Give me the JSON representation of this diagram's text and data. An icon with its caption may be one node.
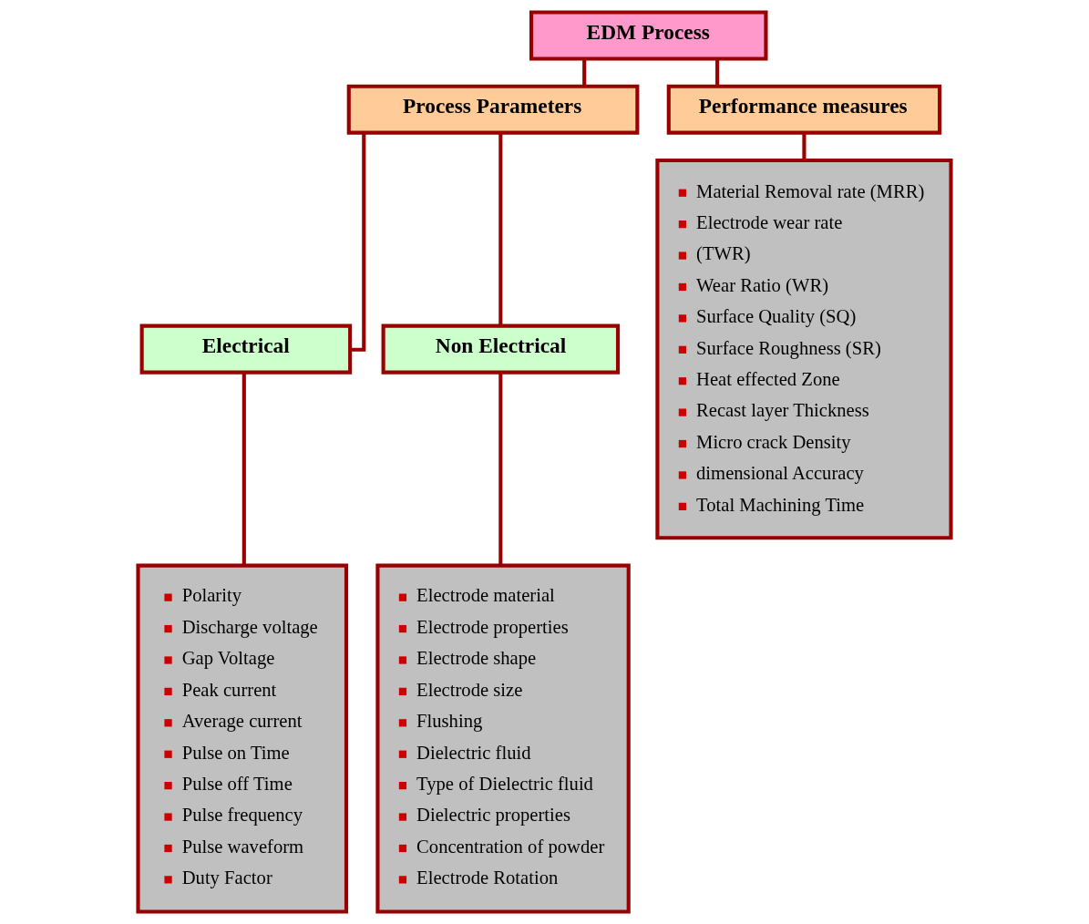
{
  "diagram": {
    "nodes": [
      {
        "text": [
          "EDM Process"
        ]
      },
      {
        "text": [
          "Process Parameters"
        ]
      },
      {
        "text": [
          "Performance measures"
        ]
      },
      {
        "text": [
          "Electrical"
        ]
      },
      {
        "text": [
          "Non Electrical"
        ]
      },
      {
        "text": [
          "Polarity",
          "Discharge voltage",
          "Gap Voltage",
          "Peak current",
          "Average current",
          "Pulse on Time",
          "Pulse off Time",
          "Pulse frequency",
          "Pulse waveform",
          "Duty Factor"
        ]
      },
      {
        "text": [
          "Electrode material",
          "Electrode properties",
          "Electrode shape",
          "Electrode size",
          "Flushing",
          "Dielectric fluid",
          "Type of Dielectric fluid",
          "Dielectric properties",
          "Concentration of powder",
          "Electrode Rotation"
        ]
      },
      {
        "text": [
          "Material Removal rate (MRR)",
          "Electrode wear rate",
          "(TWR)",
          "Wear Ratio (WR)",
          "Surface Quality (SQ)",
          "Surface Roughness (SR)",
          "Heat effected Zone",
          "Recast layer Thickness",
          "Micro crack Density",
          "dimensional Accuracy",
          "Total Machining Time"
        ]
      }
    ],
    "edges": [
      {
        "from": 0,
        "to": 1,
        "arrow": "none"
      },
      {
        "from": 0,
        "to": 2,
        "arrow": "none"
      },
      {
        "from": 1,
        "to": 3,
        "arrow": "none"
      },
      {
        "from": 1,
        "to": 4,
        "arrow": "none"
      },
      {
        "from": 3,
        "to": 5,
        "arrow": "none"
      },
      {
        "from": 4,
        "to": 6,
        "arrow": "none"
      },
      {
        "from": 2,
        "to": 7,
        "arrow": "none"
      }
    ]
  }
}
